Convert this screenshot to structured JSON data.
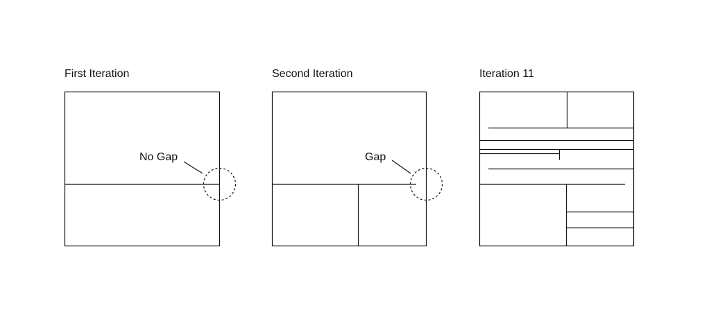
{
  "panels": [
    {
      "title": "First Iteration",
      "annotation": "No Gap"
    },
    {
      "title": "Second Iteration",
      "annotation": "Gap"
    },
    {
      "title": "Iteration 11"
    }
  ],
  "colors": {
    "stroke": "#111111",
    "background": "#ffffff"
  }
}
